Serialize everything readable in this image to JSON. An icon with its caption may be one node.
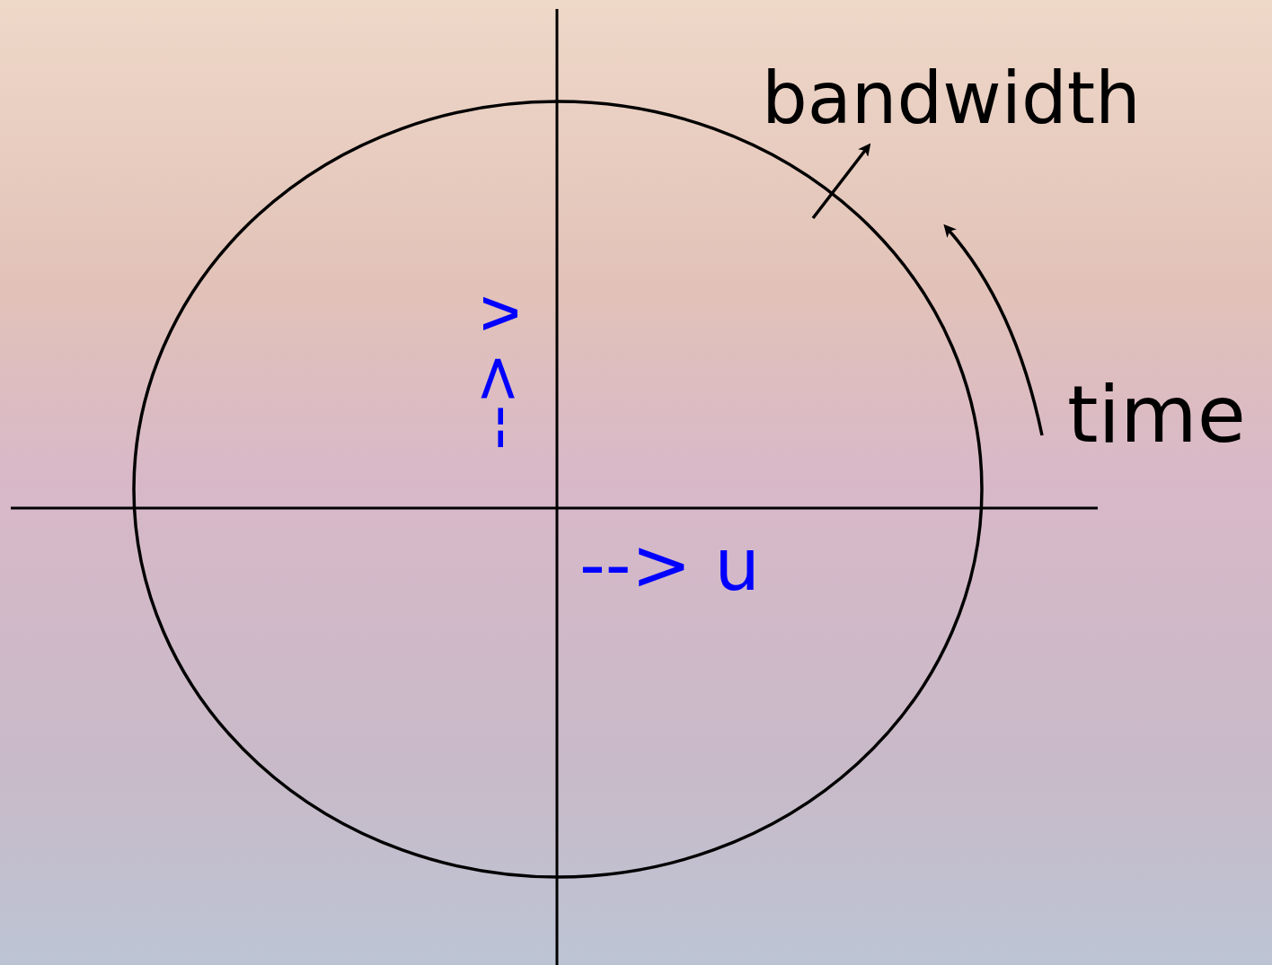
{
  "diagram": {
    "labels": [
      "bandwidth",
      "--> v",
      "time",
      "--> u"
    ]
  }
}
